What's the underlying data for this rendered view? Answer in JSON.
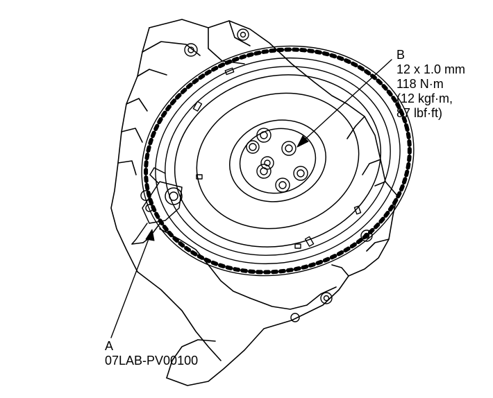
{
  "callouts": {
    "b": {
      "letter": "B",
      "lines": [
        "12 x 1.0 mm",
        "118 N·m",
        "(12 kgf·m,",
        "87 lbf·ft)"
      ]
    },
    "a": {
      "letter": "A",
      "part_number": "07LAB-PV00100"
    }
  }
}
